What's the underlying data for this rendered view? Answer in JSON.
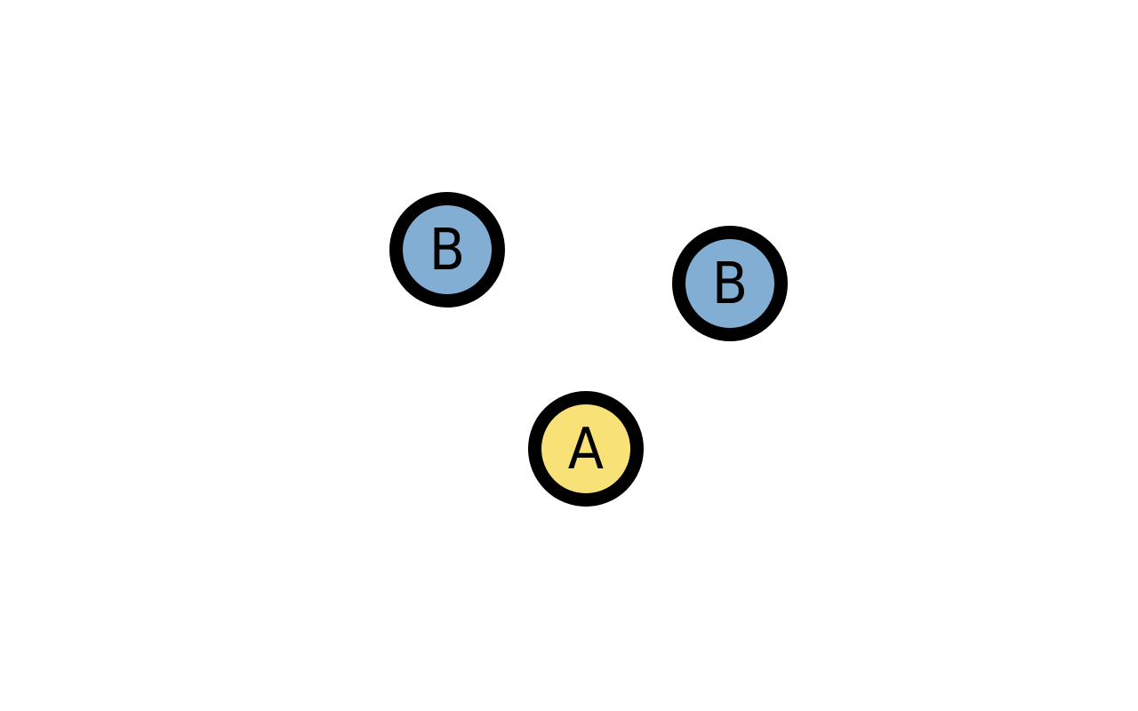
{
  "colors": {
    "background": "#ffffff",
    "border": "#000000",
    "text": "#000000"
  },
  "nodes": [
    {
      "label": "B",
      "fill": "#82aed3"
    },
    {
      "label": "B",
      "fill": "#82aed3"
    },
    {
      "label": "A",
      "fill": "#f8e176"
    }
  ]
}
